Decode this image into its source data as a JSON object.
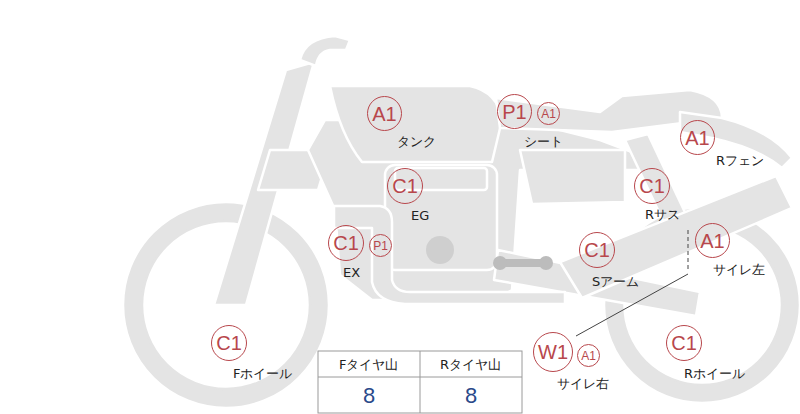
{
  "diagram": {
    "labels": [
      "A1",
      "タンク",
      "P1",
      "A1",
      "シート",
      "A1",
      "Rフェン",
      "C1",
      "EG",
      "C1",
      "Rサス",
      "C1",
      "P1",
      "EX",
      "C1",
      "Sアーム",
      "A1",
      "サイレ左",
      "C1",
      "Fホイール",
      "W1",
      "A1",
      "サイレ右",
      "C1",
      "Rホイール",
      "Fタイヤ山",
      "Rタイヤ山",
      "8",
      "8"
    ]
  }
}
